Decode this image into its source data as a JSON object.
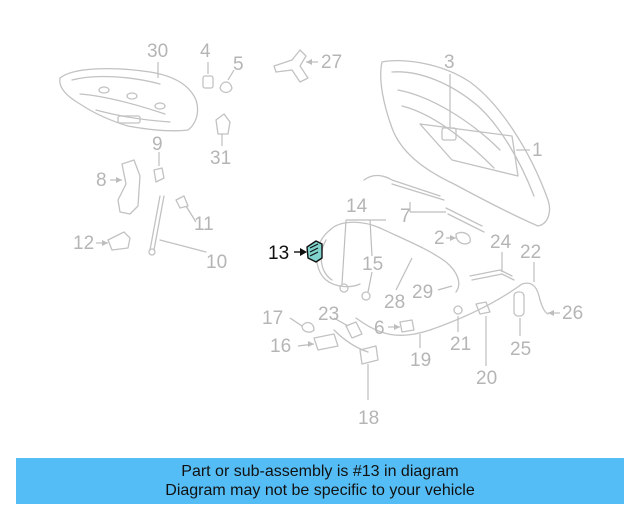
{
  "diagram": {
    "labels": {
      "p1": "1",
      "p2": "2",
      "p3": "3",
      "p4": "4",
      "p5": "5",
      "p6": "6",
      "p7": "7",
      "p8": "8",
      "p9": "9",
      "p10": "10",
      "p11": "11",
      "p12": "12",
      "p13": "13",
      "p14": "14",
      "p15": "15",
      "p16": "16",
      "p17": "17",
      "p18": "18",
      "p19": "19",
      "p20": "20",
      "p21": "21",
      "p22": "22",
      "p23": "23",
      "p24": "24",
      "p25": "25",
      "p26": "26",
      "p27": "27",
      "p28": "28",
      "p29": "29",
      "p30": "30",
      "p31": "31"
    },
    "highlighted_part": "13",
    "highlight_color": "#2fa8a0",
    "line_color": "#c2c2c2"
  },
  "banner": {
    "line1": "Part or sub-assembly is #13 in diagram",
    "line2": "Diagram may not be specific to your vehicle",
    "background": "#55bdf5"
  }
}
